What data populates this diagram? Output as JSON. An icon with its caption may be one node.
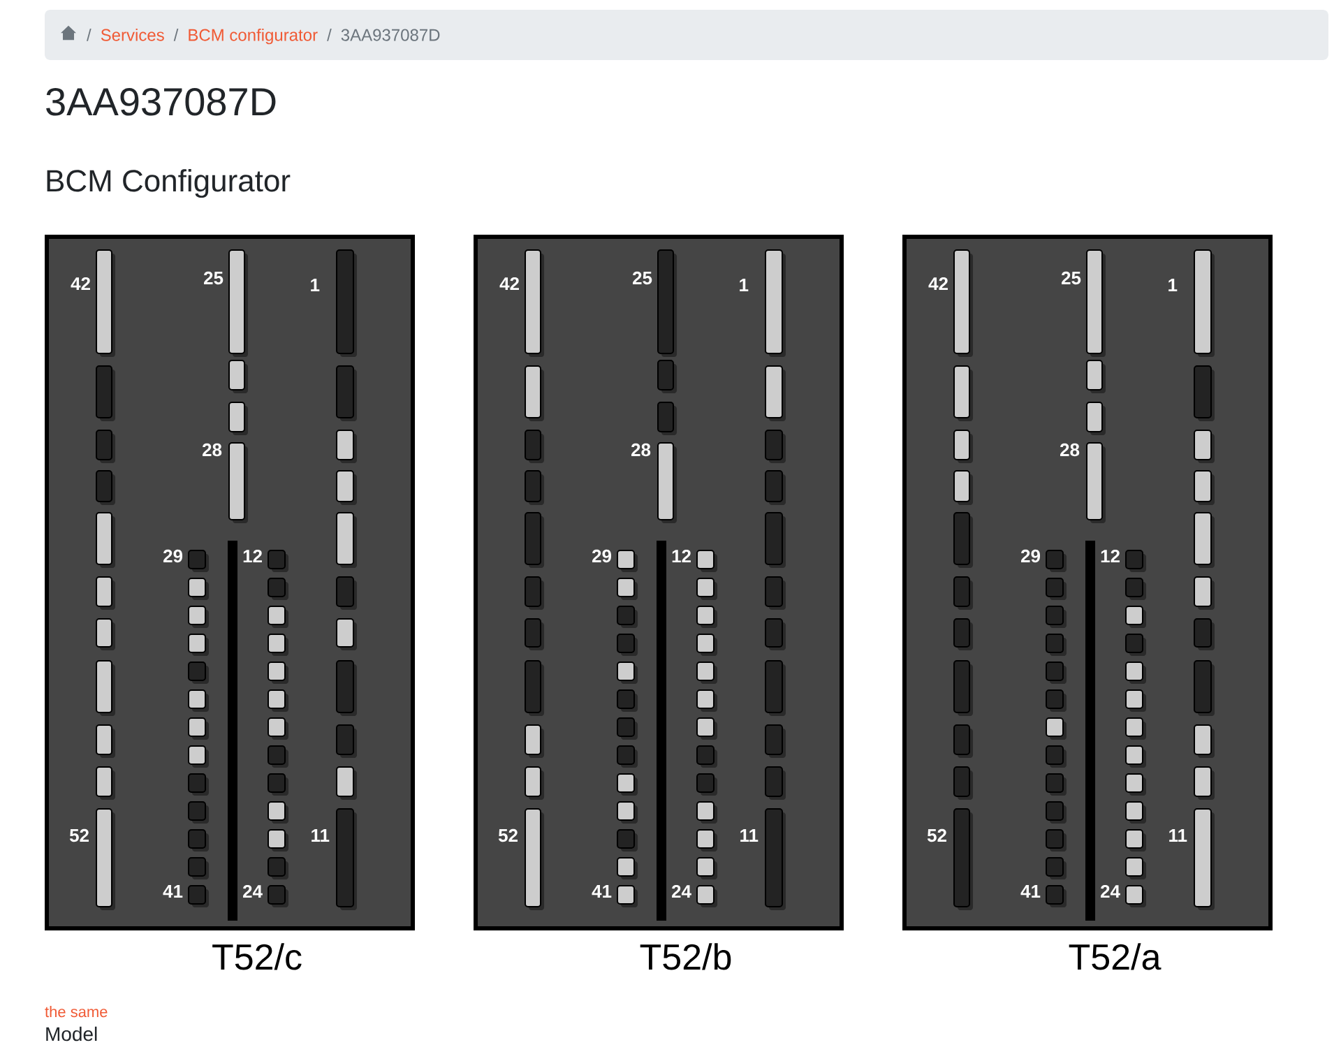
{
  "diagram": {
    "title": "3AA937087D",
    "nodes": [
      {
        "text": [
          "/",
          "Services",
          "/",
          "BCM configurator",
          "/",
          "3AA937087D"
        ]
      },
      {
        "text": [
          "42",
          "25",
          "1",
          "28",
          "29",
          "12",
          "52",
          "11",
          "41",
          "24"
        ],
        "beside": [
          "T52/c"
        ]
      },
      {
        "text": [
          "42",
          "25",
          "1",
          "28",
          "29",
          "12",
          "52",
          "11",
          "41",
          "24"
        ],
        "beside": [
          "T52/b"
        ]
      },
      {
        "text": [
          "42",
          "25",
          "1",
          "28",
          "29",
          "12",
          "52",
          "11",
          "41",
          "24"
        ],
        "beside": [
          "T52/a"
        ]
      }
    ],
    "labels": [
      "BCM Configurator",
      "the same",
      "Model"
    ]
  }
}
